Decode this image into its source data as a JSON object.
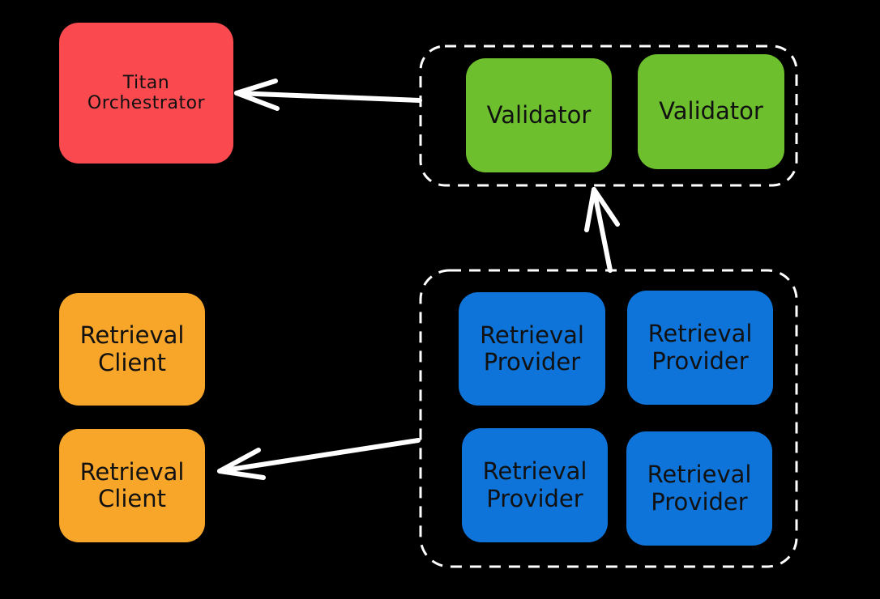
{
  "colors": {
    "background": "#000000",
    "orchestrator": "#fa4a4f",
    "validator": "#6dbf2e",
    "client": "#f8a62a",
    "provider": "#0e74d9",
    "connector": "#ffffff"
  },
  "nodes": {
    "orchestrator": {
      "line1": "Titan",
      "line2": "Orchestrator"
    },
    "validators": [
      {
        "label": "Validator"
      },
      {
        "label": "Validator"
      }
    ],
    "clients": [
      {
        "line1": "Retrieval",
        "line2": "Client"
      },
      {
        "line1": "Retrieval",
        "line2": "Client"
      }
    ],
    "providers": [
      {
        "line1": "Retrieval",
        "line2": "Provider"
      },
      {
        "line1": "Retrieval",
        "line2": "Provider"
      },
      {
        "line1": "Retrieval",
        "line2": "Provider"
      },
      {
        "line1": "Retrieval",
        "line2": "Provider"
      }
    ]
  },
  "edges": [
    {
      "from": "validator-group",
      "to": "orchestrator"
    },
    {
      "from": "provider-group",
      "to": "validator-group"
    },
    {
      "from": "provider-group",
      "to": "client-2"
    }
  ]
}
